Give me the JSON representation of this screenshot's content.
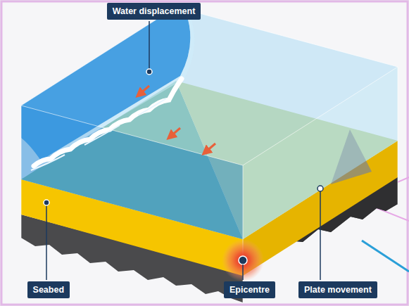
{
  "diagram": {
    "nodes": [
      {
        "text": [
          "Water displacement"
        ]
      },
      {
        "text": [
          "Seabed"
        ]
      },
      {
        "text": [
          "Epicentre"
        ]
      },
      {
        "text": [
          "Plate movement"
        ]
      }
    ]
  }
}
